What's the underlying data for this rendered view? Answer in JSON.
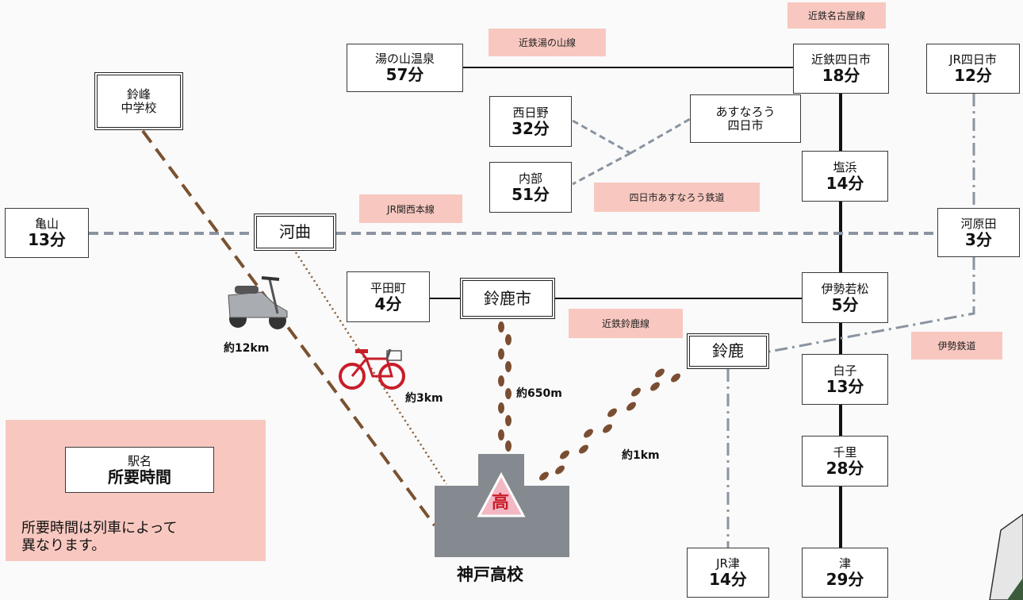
{
  "stations": {
    "yunoyama": {
      "name": "湯の山温泉",
      "time": "57分"
    },
    "kintetsu_yokkaichi": {
      "name": "近鉄四日市",
      "time": "18分"
    },
    "jr_yokkaichi": {
      "name": "JR四日市",
      "time": "12分"
    },
    "nishihino": {
      "name": "西日野",
      "time": "32分"
    },
    "asunarou_yokkaichi": {
      "name": "あすなろう",
      "name2": "四日市"
    },
    "utsube": {
      "name": "内部",
      "time": "51分"
    },
    "shiohama": {
      "name": "塩浜",
      "time": "14分"
    },
    "kameyama": {
      "name": "亀山",
      "time": "13分"
    },
    "kawano": {
      "name": "河曲"
    },
    "kawarada": {
      "name": "河原田",
      "time": "3分"
    },
    "hiratacho": {
      "name": "平田町",
      "time": "4分"
    },
    "suzukashi": {
      "name": "鈴鹿市"
    },
    "ise_wakamatsu": {
      "name": "伊勢若松",
      "time": "5分"
    },
    "suzuka": {
      "name": "鈴鹿"
    },
    "shiroko": {
      "name": "白子",
      "time": "13分"
    },
    "chisato": {
      "name": "千里",
      "time": "28分"
    },
    "jr_tsu": {
      "name": "JR津",
      "time": "14分"
    },
    "tsu": {
      "name": "津",
      "time": "29分"
    },
    "suzumine": {
      "name": "鈴峰",
      "name2": "中学校"
    }
  },
  "lines": {
    "kintetsu_nagoya": "近鉄名古屋線",
    "kintetsu_yunoyama": "近鉄湯の山線",
    "yokkaichi_asunarou": "四日市あすなろう鉄道",
    "jr_kansai": "JR関西本線",
    "kintetsu_suzuka": "近鉄鈴鹿線",
    "ise_railway": "伊勢鉄道"
  },
  "distances": {
    "scooter": "約12km",
    "bicycle": "約3km",
    "walk_suzukashi": "約650m",
    "walk_suzuka": "約1km"
  },
  "school": {
    "name": "神戸高校",
    "emblem_char": "高"
  },
  "legend": {
    "station_label": "駅名",
    "time_label": "所要時間",
    "note": "所要時間は列車によって\n異なります。"
  },
  "colors": {
    "kintetsu": "#111111",
    "jr": "#8a94a0",
    "scooter_route": "#7a5230",
    "bicycle_route": "#8a5a30",
    "footprint": "#7a4e32",
    "tag_bg": "#f8c8c0",
    "school_building": "#858a90",
    "legend_bg": "#f8c8c0"
  }
}
